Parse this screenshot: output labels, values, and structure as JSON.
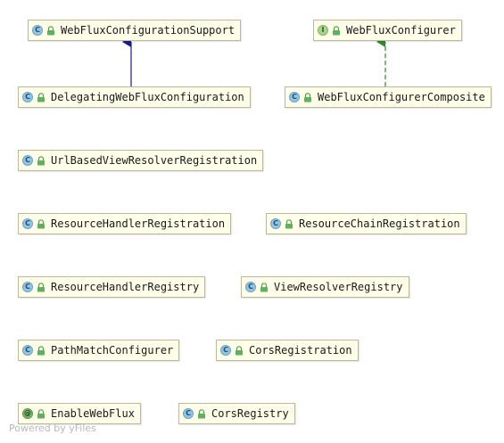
{
  "nodes": [
    {
      "id": "WebFluxConfigurationSupport",
      "label": "WebFluxConfigurationSupport",
      "kind": "class",
      "kind_glyph": "C"
    },
    {
      "id": "WebFluxConfigurer",
      "label": "WebFluxConfigurer",
      "kind": "interface",
      "kind_glyph": "I"
    },
    {
      "id": "DelegatingWebFluxConfiguration",
      "label": "DelegatingWebFluxConfiguration",
      "kind": "class",
      "kind_glyph": "C"
    },
    {
      "id": "WebFluxConfigurerComposite",
      "label": "WebFluxConfigurerComposite",
      "kind": "class",
      "kind_glyph": "C"
    },
    {
      "id": "UrlBasedViewResolverRegistration",
      "label": "UrlBasedViewResolverRegistration",
      "kind": "class",
      "kind_glyph": "C"
    },
    {
      "id": "ResourceHandlerRegistration",
      "label": "ResourceHandlerRegistration",
      "kind": "class",
      "kind_glyph": "C"
    },
    {
      "id": "ResourceChainRegistration",
      "label": "ResourceChainRegistration",
      "kind": "class",
      "kind_glyph": "C"
    },
    {
      "id": "ResourceHandlerRegistry",
      "label": "ResourceHandlerRegistry",
      "kind": "class",
      "kind_glyph": "C"
    },
    {
      "id": "ViewResolverRegistry",
      "label": "ViewResolverRegistry",
      "kind": "class",
      "kind_glyph": "C"
    },
    {
      "id": "PathMatchConfigurer",
      "label": "PathMatchConfigurer",
      "kind": "class",
      "kind_glyph": "C"
    },
    {
      "id": "CorsRegistration",
      "label": "CorsRegistration",
      "kind": "class",
      "kind_glyph": "C"
    },
    {
      "id": "EnableWebFlux",
      "label": "EnableWebFlux",
      "kind": "annotation",
      "kind_glyph": "@"
    },
    {
      "id": "CorsRegistry",
      "label": "CorsRegistry",
      "kind": "class",
      "kind_glyph": "C"
    }
  ],
  "edges": [
    {
      "from": "DelegatingWebFluxConfiguration",
      "to": "WebFluxConfigurationSupport",
      "type": "extends",
      "color": "#1a1a8c"
    },
    {
      "from": "WebFluxConfigurerComposite",
      "to": "WebFluxConfigurer",
      "type": "implements",
      "color": "#2e8b2e"
    }
  ],
  "icons": {
    "visibility": "lock-icon"
  },
  "colors": {
    "node_fill": "#fefee9",
    "node_border": "#b9b99c"
  },
  "watermark": "Powered by yFiles"
}
